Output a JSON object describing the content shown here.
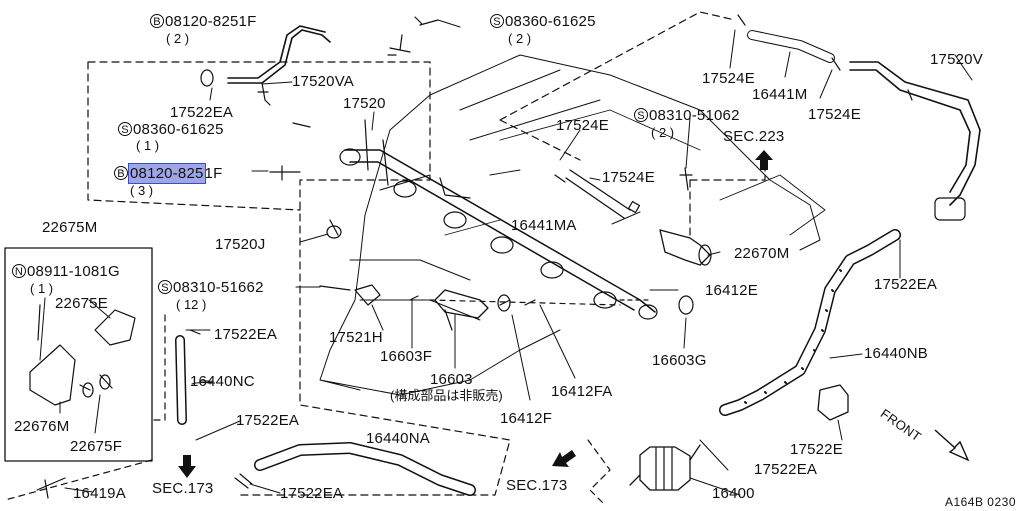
{
  "labels": {
    "b_08120_8251f_top": "08120-8251F",
    "b_08120_8251f_top_qty": "( 2 )",
    "s_08360_61625_top": "08360-61625",
    "s_08360_61625_top_qty": "( 2 )",
    "p_17520va": "17520VA",
    "p_17522ea_a": "17522EA",
    "s_08360_61625_mid": "08360-61625",
    "s_08360_61625_mid_qty": "( 1 )",
    "b_08120_8251f_sel": "08120-825",
    "b_08120_8251f_sel_tail": "1F",
    "b_08120_8251f_sel_qty": "( 3 )",
    "p_17520": "17520",
    "p_17524e_a": "17524E",
    "p_16441m": "16441M",
    "p_17524e_b": "17524E",
    "p_17520v": "17520V",
    "p_17524e_c": "17524E",
    "s_08310_51062": "08310-51062",
    "s_08310_51062_qty": "( 2 )",
    "sec_223": "SEC.223",
    "p_17524e_d": "17524E",
    "p_16441ma": "16441MA",
    "p_17520j": "17520J",
    "p_22670m": "22670M",
    "p_22675m": "22675M",
    "n_08911_1081g": "08911-1081G",
    "n_08911_1081g_qty": "( 1 )",
    "p_22675e": "22675E",
    "p_22676m": "22676M",
    "p_22675f": "22675F",
    "s_08310_51662": "08310-51662",
    "s_08310_51662_qty": "( 12 )",
    "p_17522ea_b": "17522EA",
    "p_16440nc": "16440NC",
    "p_17521h": "17521H",
    "p_16603f": "16603F",
    "p_16603": "16603",
    "p_16603_note": "(構成部品は非販売)",
    "p_16412fa": "16412FA",
    "p_16412f": "16412F",
    "p_16412e": "16412E",
    "p_16603g": "16603G",
    "p_17522ea_c": "17522EA",
    "p_16440nb": "16440NB",
    "p_17522ea_d": "17522EA",
    "p_16440na": "16440NA",
    "sec_173_a": "SEC.173",
    "p_17522ea_e": "17522EA",
    "p_16419a": "16419A",
    "sec_173_b": "SEC.173",
    "p_16400": "16400",
    "p_17522e": "17522E",
    "p_17522ea_f": "17522EA",
    "front": "FRONT",
    "diagram_code": "A164B 0230"
  },
  "prefixes": {
    "bolt": "B",
    "screw": "S",
    "nut": "N"
  },
  "colors": {
    "line": "#111111",
    "highlight_fill": "#9ea6e6",
    "highlight_border": "#3a4fc4",
    "background": "#ffffff"
  }
}
